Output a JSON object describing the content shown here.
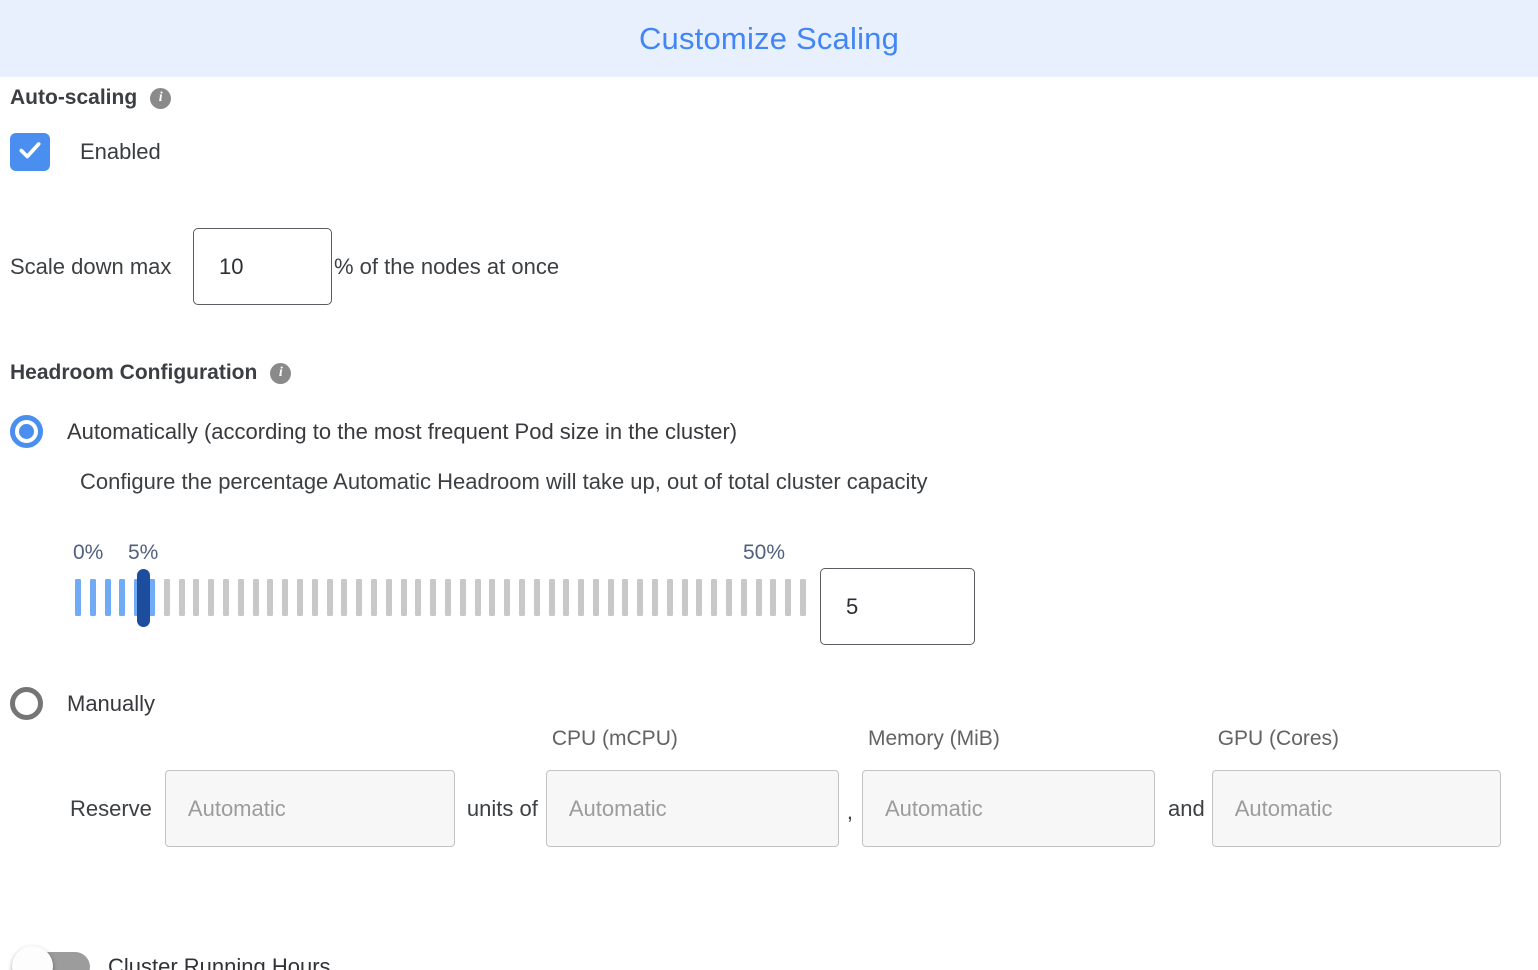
{
  "header": {
    "title": "Customize Scaling"
  },
  "auto_scaling": {
    "title": "Auto-scaling",
    "enabled_label": "Enabled",
    "checked": true
  },
  "scale_down": {
    "label": "Scale down max",
    "value": "10",
    "suffix": "% of the nodes at once"
  },
  "headroom": {
    "title": "Headroom Configuration",
    "automatic_option_label": "Automatically (according to the most frequent Pod size in the cluster)",
    "automatic_selected": true,
    "automatic_description": "Configure the percentage Automatic Headroom will take up, out of total cluster capacity",
    "slider": {
      "min_label": "0%",
      "current_label": "5%",
      "max_label": "50%",
      "tick_count": 50,
      "filled_ticks": 6,
      "value": "5"
    },
    "manual_option_label": "Manually",
    "manual_selected": false,
    "reserve": {
      "label": "Reserve",
      "units_label": "units of",
      "comma": ",",
      "and_label": "and",
      "placeholder": "Automatic",
      "columns": {
        "cpu": "CPU (mCPU)",
        "memory": "Memory (MiB)",
        "gpu": "GPU (Cores)"
      }
    }
  },
  "cluster_running_hours": {
    "label": "Cluster Running Hours",
    "enabled": false
  },
  "colors": {
    "accent_blue": "#4285f4",
    "header_bg": "#e8f0fd",
    "control_blue": "#4a8ef0",
    "slider_thumb_navy": "#1c4e9d",
    "tick_blue": "#72abf5",
    "tick_gray": "#c8c8c8",
    "slider_label_slate": "#51607f"
  }
}
